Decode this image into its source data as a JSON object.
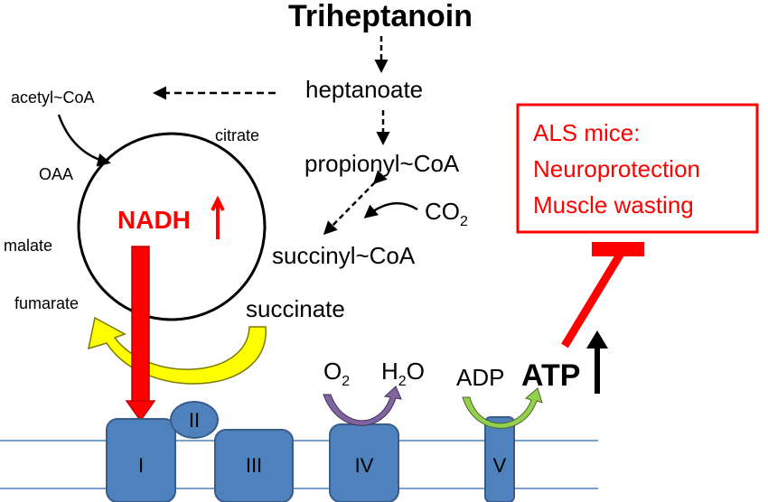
{
  "title": "Triheptanoin",
  "metabolites": {
    "heptanoate": "heptanoate",
    "propionyl_coa": "propionyl~CoA",
    "succinyl_coa": "succinyl~CoA",
    "co2_base": "CO",
    "co2_sub": "2",
    "acetyl_coa": "acetyl~CoA",
    "citrate": "citrate",
    "oaa": "OAA",
    "malate": "malate",
    "fumarate": "fumarate",
    "succinate": "succinate"
  },
  "nadh_label": "NADH",
  "respiration": {
    "o2_base": "O",
    "o2_sub": "2",
    "h2o_h": "H",
    "h2o_sub": "2",
    "h2o_o": "O",
    "adp": "ADP",
    "atp": "ATP"
  },
  "complexes": [
    "I",
    "II",
    "III",
    "IV",
    "V"
  ],
  "als_box": {
    "lines": [
      "ALS mice:",
      "Neuroprotection",
      "Muscle wasting"
    ]
  },
  "colors": {
    "accent_red": "#ff0000",
    "complex_fill": "#4f81bd",
    "complex_stroke": "#385d8a",
    "membrane": "#4f81bd",
    "succinate_arrow": "#ffff00",
    "o2_arrow": "#8064a2",
    "adp_arrow": "#92d050"
  }
}
